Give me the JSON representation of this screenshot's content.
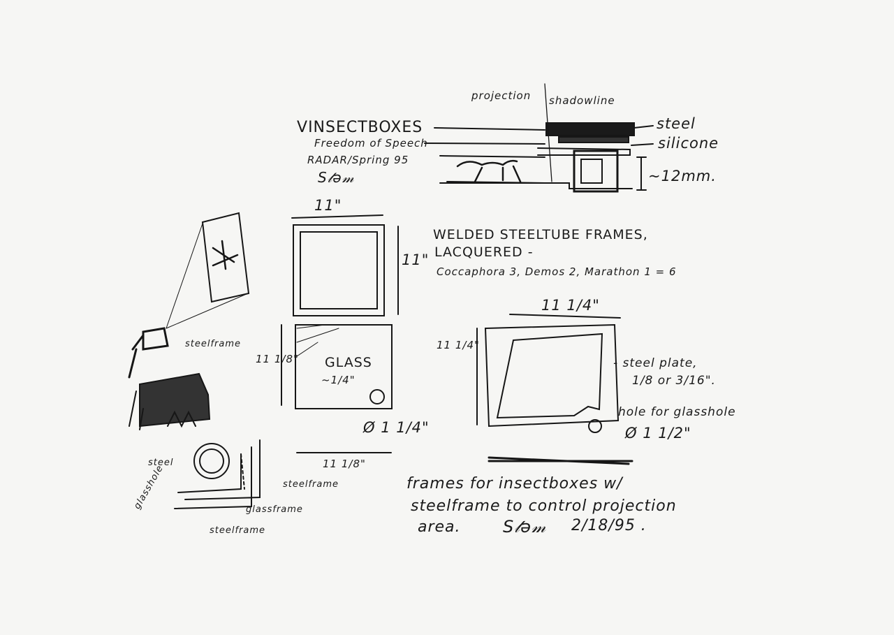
{
  "title": {
    "prefix": "V",
    "main": "INSECTBOXES",
    "line2": "Freedom of Speech",
    "line3": "RADAR/Spring 95"
  },
  "section_labels": {
    "projection": "projection",
    "shadowline": "shadowline",
    "steel": "steel",
    "silicone": "silicone",
    "height": "~12mm."
  },
  "frame_specs": {
    "line1": "WELDED STEELTUBE FRAMES,",
    "line2": "LACQUERED -",
    "line3": "Coccaphora 3, Demos 2, Marathon 1 = 6"
  },
  "dimensions": {
    "frame_w": "11\"",
    "frame_h": "11\"",
    "glass_h": "11 1/8\"",
    "glass_w": "11 1/8\"",
    "plate_w": "11 1/4\"",
    "plate_h": "11 1/4\"",
    "hole_glass": "Ø 1 1/4\"",
    "hole_plate": "Ø 1 1/2\""
  },
  "glass_label": {
    "line1": "GLASS",
    "line2": "~1/4\""
  },
  "plate_label": {
    "line1": "- steel plate,",
    "line2": "1/8 or 3/16\"."
  },
  "hole_label": "hole for glasshole",
  "perspective_label": "steelframe",
  "detail_labels": {
    "steel": "steel",
    "glasshole": "glasshole",
    "steelframe_right": "steelframe",
    "glassframe": "glassframe",
    "steelframe_bottom": "steelframe"
  },
  "note": {
    "line1": "frames for insectboxes w/",
    "line2": "steelframe to control projection",
    "line3": "area.",
    "date": "2/18/95 ."
  }
}
